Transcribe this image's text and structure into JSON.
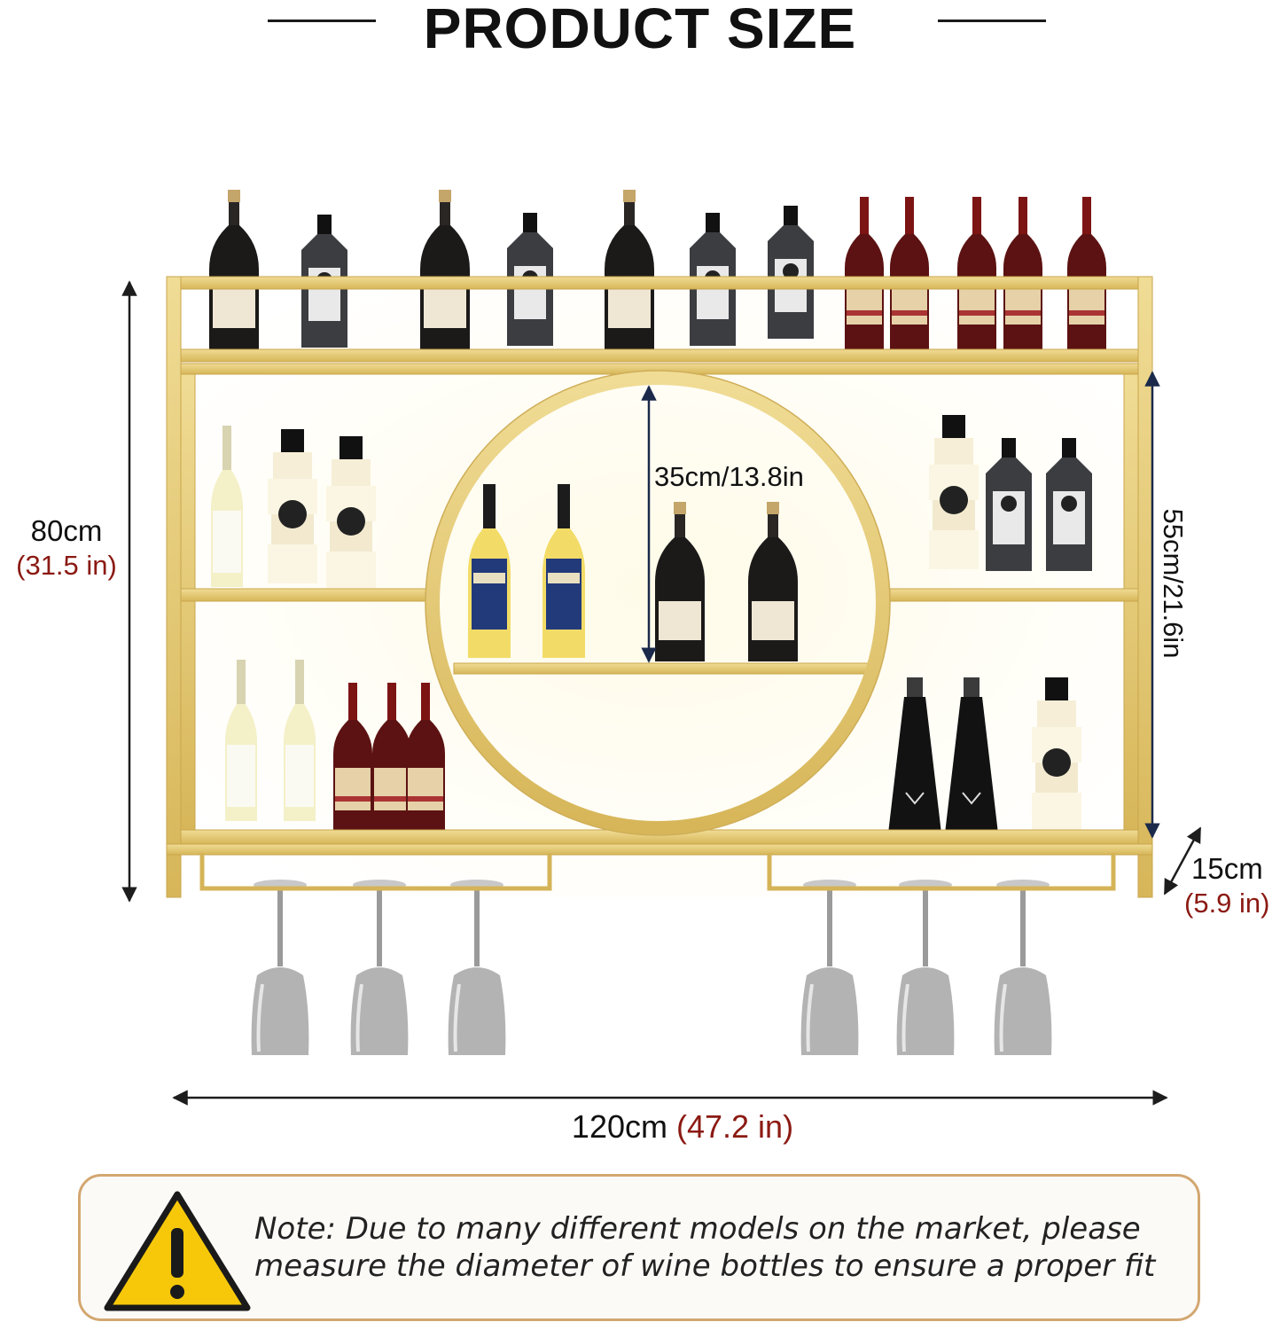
{
  "header": {
    "title": "PRODUCT SIZE"
  },
  "dimensions": {
    "height": {
      "value": "80cm",
      "imperial": "(31.5 in)"
    },
    "width": {
      "value": "120cm",
      "imperial": "(47.2 in)"
    },
    "depth": {
      "value": "15cm",
      "imperial": "(5.9 in)"
    },
    "circle_shelf": {
      "value": "35cm/13.8in"
    },
    "side_shelf": {
      "value": "55cm/21.6in"
    }
  },
  "note": {
    "icon": "warning-icon",
    "text": "Note: Due to many different models on the market, please measure the diameter of wine bottles to ensure a proper fit"
  },
  "colors": {
    "frame_gold": "#e3c872",
    "imperial_red": "#8b1a13",
    "note_border": "#d3a771",
    "warning_yellow": "#f7c80a"
  }
}
